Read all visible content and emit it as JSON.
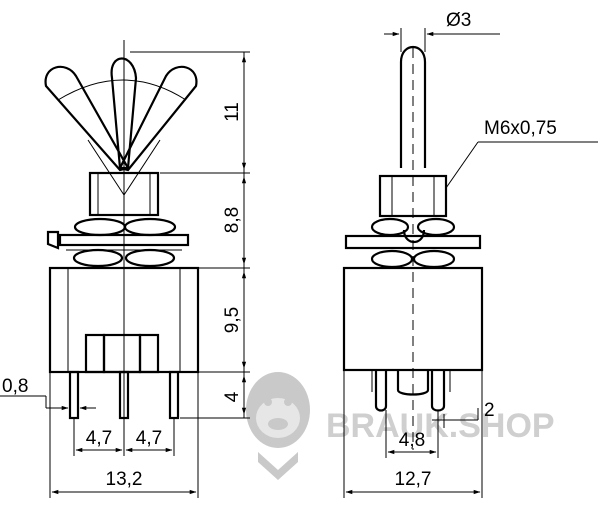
{
  "diagram": {
    "front_view": {
      "lever_height": "11",
      "bushing_height": "8,8",
      "body_height": "9,5",
      "terminal_length": "4",
      "terminal_thickness": "0,8",
      "terminal_pitch_left": "4,7",
      "terminal_pitch_right": "4,7",
      "body_width": "13,2"
    },
    "side_view": {
      "lever_diameter": "Ø3",
      "thread": "M6x0,75",
      "terminal_width": "2",
      "terminal_pitch": "4,8",
      "body_width": "12,7"
    },
    "watermark": {
      "text": "BRAUK.SHOP",
      "icon": "gorilla-logo-icon"
    }
  }
}
